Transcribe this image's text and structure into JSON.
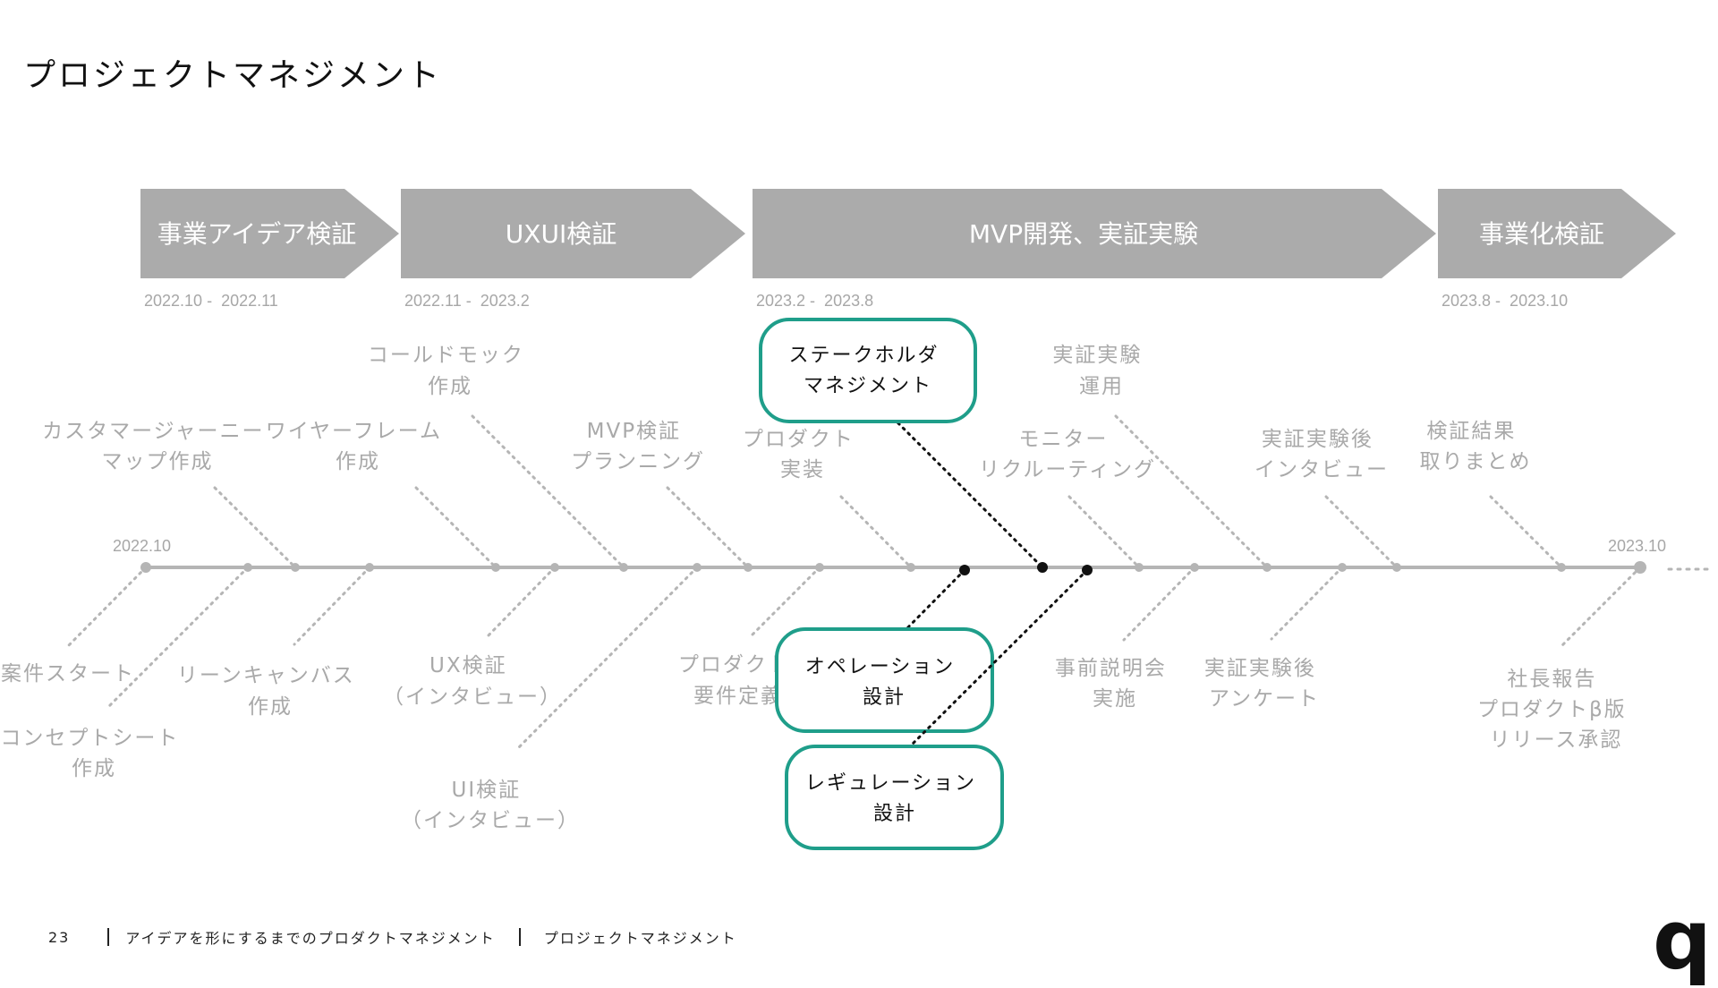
{
  "page": {
    "title": "プロジェクトマネジメント",
    "number": "23",
    "breadcrumb": [
      "アイデアを形にするまでのプロダクトマネジメント",
      "プロジェクトマネジメント"
    ],
    "logo": "q"
  },
  "colors": {
    "phase_fill": "#ababab",
    "axis": "#b5b5b5",
    "event_text": "#a9a9a9",
    "highlight": "#1f9e8a",
    "highlight_text": "#111111"
  },
  "phases": [
    {
      "label": "事業アイデア検証",
      "dates": "2022.10 -  2022.11"
    },
    {
      "label": "UXUI検証",
      "dates": "2022.11 -  2023.2"
    },
    {
      "label": "MVP開発、実証実験",
      "dates": "2023.2 -  2023.8"
    },
    {
      "label": "事業化検証",
      "dates": "2023.8 -  2023.10"
    }
  ],
  "timeline": {
    "start": "2022.10",
    "end": "2023.10"
  },
  "events_above": [
    {
      "lines": [
        "カスタマージャーニー",
        "マップ作成"
      ]
    },
    {
      "lines": [
        "ワイヤーフレーム",
        "作成"
      ]
    },
    {
      "lines": [
        "コールドモック",
        "作成"
      ]
    },
    {
      "lines": [
        "MVP検証",
        "プランニング"
      ]
    },
    {
      "lines": [
        "プロダクト",
        "実装"
      ]
    },
    {
      "lines": [
        "実証実験",
        "運用"
      ]
    },
    {
      "lines": [
        "モニター",
        "リクルーティング"
      ]
    },
    {
      "lines": [
        "実証実験後",
        "インタビュー"
      ]
    },
    {
      "lines": [
        "検証結果",
        "取りまとめ"
      ]
    }
  ],
  "events_below": [
    {
      "lines": [
        "案件スタート"
      ]
    },
    {
      "lines": [
        "コンセプトシート",
        "作成"
      ]
    },
    {
      "lines": [
        "リーンキャンバス",
        "作成"
      ]
    },
    {
      "lines": [
        "UX検証",
        "（インタビュー）"
      ]
    },
    {
      "lines": [
        "UI検証",
        "（インタビュー）"
      ]
    },
    {
      "lines": [
        "プロダクト",
        "要件定義"
      ]
    },
    {
      "lines": [
        "事前説明会",
        "実施"
      ]
    },
    {
      "lines": [
        "実証実験後",
        "アンケート"
      ]
    },
    {
      "lines": [
        "社長報告",
        "プロダクトβ版",
        "リリース承認"
      ]
    }
  ],
  "highlights": [
    {
      "lines": [
        "ステークホルダ",
        "マネジメント"
      ]
    },
    {
      "lines": [
        "オペレーション",
        "設計"
      ]
    },
    {
      "lines": [
        "レギュレーション",
        "設計"
      ]
    }
  ]
}
